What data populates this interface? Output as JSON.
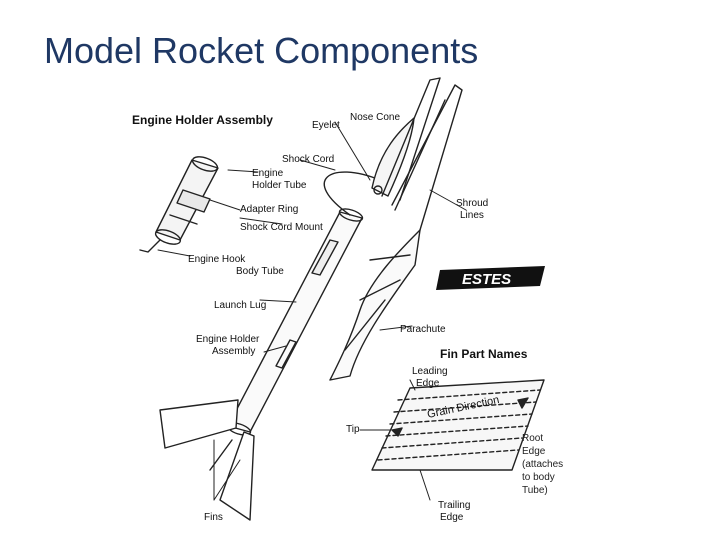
{
  "title": "Model Rocket Components",
  "labels": {
    "engine_holder_assembly_heading": "Engine Holder Assembly",
    "eyelet": "Eyelet",
    "nose_cone": "Nose Cone",
    "shock_cord": "Shock Cord",
    "engine_holder_tube": [
      "Engine",
      "Holder Tube"
    ],
    "adapter_ring": "Adapter Ring",
    "shock_cord_mount": "Shock Cord Mount",
    "shroud_lines": [
      "Shroud",
      "Lines"
    ],
    "engine_hook": "Engine Hook",
    "body_tube": "Body Tube",
    "launch_lug": "Launch Lug",
    "parachute": "Parachute",
    "engine_holder_assembly": [
      "Engine Holder",
      "Assembly"
    ],
    "fin_part_names": "Fin Part Names",
    "leading_edge": [
      "Leading",
      "Edge"
    ],
    "grain_direction": "Grain Direction",
    "tip": "Tip",
    "trailing_edge": [
      "Trailing",
      "Edge"
    ],
    "fins": "Fins"
  },
  "logo_text": "ESTES",
  "root_edge_note": [
    "Root",
    "Edge",
    "(attaches",
    "to body",
    "Tube)"
  ]
}
